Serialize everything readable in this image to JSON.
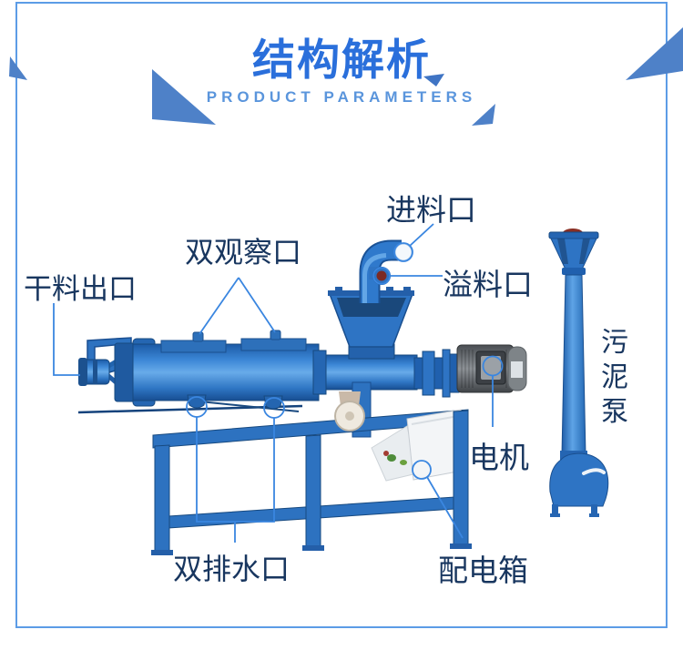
{
  "header": {
    "title": "结构解析",
    "subtitle": "PRODUCT PARAMETERS"
  },
  "labels": {
    "feed_inlet": "进料口",
    "overflow_port": "溢料口",
    "observation_ports": "双观察口",
    "dry_material_outlet": "干料出口",
    "motor": "电机",
    "drain_outlets": "双排水口",
    "power_distribution_box": "配电箱",
    "sludge_pump": "污泥泵"
  },
  "colors": {
    "title_blue": "#2a6fdb",
    "subtitle_blue": "#5a95dc",
    "label_navy": "#18365f",
    "leader_line_blue": "#3a86e0",
    "border_blue": "#5c9ce6",
    "machine_blue": "#2e74c4",
    "machine_blue_dark": "#1a4f8f",
    "machine_blue_light": "#5ea4e6",
    "motor_gray": "#7e8488",
    "triangle_blue": "#4e81c8"
  }
}
